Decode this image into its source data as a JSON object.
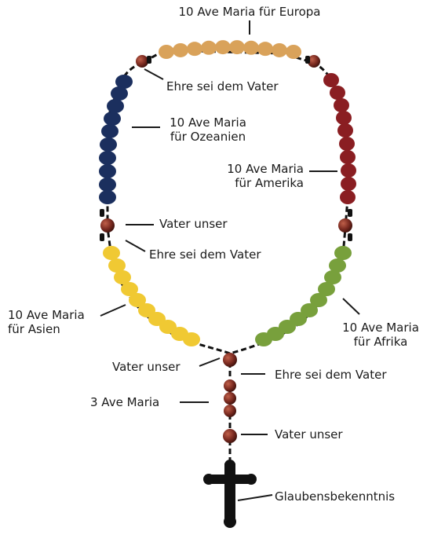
{
  "labels": {
    "europa": [
      "10 Ave Maria für Europa"
    ],
    "ehre_top": [
      "Ehre sei dem Vater"
    ],
    "ozeanien": [
      "10 Ave Maria",
      "für Ozeanien"
    ],
    "amerika": [
      "10 Ave Maria",
      "für Amerika"
    ],
    "vater_unser_left": [
      "Vater unser"
    ],
    "ehre_left": [
      "Ehre sei dem Vater"
    ],
    "asien": [
      "10 Ave Maria",
      "für Asien"
    ],
    "afrika": [
      "10 Ave Maria",
      "für Afrika"
    ],
    "vater_unser_center": [
      "Vater unser"
    ],
    "ehre_center": [
      "Ehre sei dem Vater"
    ],
    "drei_ave": [
      "3 Ave Maria"
    ],
    "vater_unser_bottom": [
      "Vater unser"
    ],
    "glaubensbekenntnis": [
      "Glaubensbekenntnis"
    ]
  },
  "colors": {
    "europa": "#d9a25a",
    "ozeanien": "#1b2f5e",
    "amerika": "#8a1e22",
    "asien": "#f0c933",
    "afrika": "#78a03c",
    "vater_unser_bead": "#7a2a20",
    "chain": "#111111",
    "cross": "#111111"
  }
}
